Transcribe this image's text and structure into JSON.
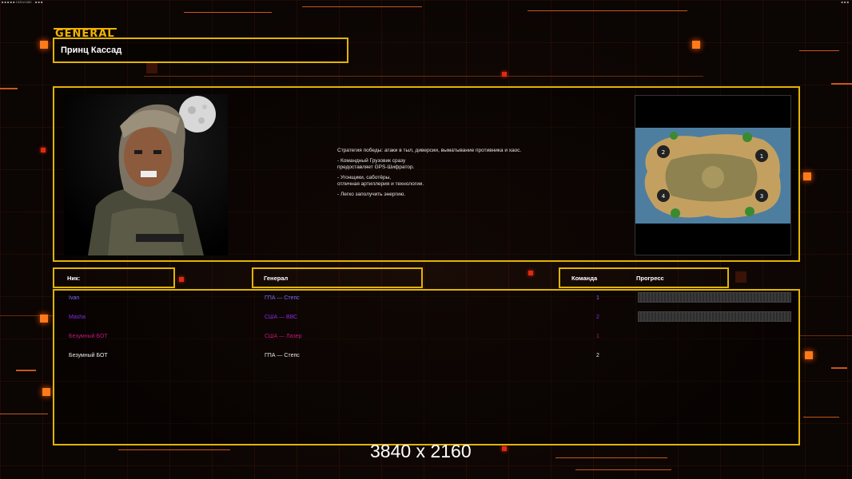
{
  "topbar": {
    "left_info": "■ ■ ■ ■ ■ 1920x1080",
    "mid_info": "■ ■ ■",
    "right_info": "■ ■ ■"
  },
  "logo": {
    "text": "GENERAL"
  },
  "general": {
    "name": "Принц Кассад"
  },
  "strategy": {
    "paragraphs": [
      "Стратегия победы: атаки в тыл, диверсии, выматывание противника и хаос.",
      "- Командный Грузовик сразу\nпредоставляет GPS-Шифратор.",
      "- Угонщики, саботёры,\nотличная артиллерия и технологии.",
      "- Легко заполучить энергию."
    ]
  },
  "map": {
    "markers": [
      "1",
      "2",
      "3",
      "4"
    ]
  },
  "headers": {
    "nick": "Ник:",
    "general": "Генерал",
    "team": "Команда",
    "progress": "Прогресс"
  },
  "players": [
    {
      "nick": "Ivan",
      "general": "ГПА — Степс",
      "team": "1",
      "color": "#7a6bff",
      "has_progress": true
    },
    {
      "nick": "Masha",
      "general": "США — ВВС",
      "team": "2",
      "color": "#8a2be2",
      "has_progress": true
    },
    {
      "nick": "Безумный БОТ",
      "general": "США — Лазер",
      "team": "1",
      "color": "#c0187a",
      "has_progress": false
    },
    {
      "nick": "Безумный БОТ",
      "general": "ГПА — Степс",
      "team": "2",
      "color": "#e8e8e8",
      "has_progress": false
    }
  ],
  "watermark": {
    "text": "3840 x 2160"
  },
  "colors": {
    "frame": "#e2b400",
    "accent": "#ff7a1a",
    "background": "#0c0604"
  }
}
